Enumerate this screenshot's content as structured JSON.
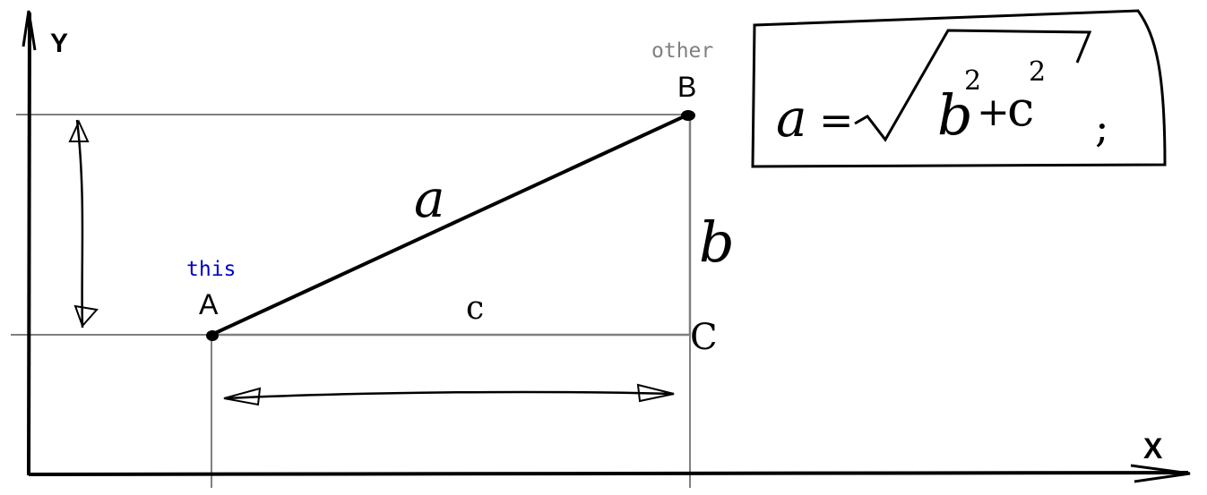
{
  "axes": {
    "y_label": "Y",
    "x_label": "X"
  },
  "points": {
    "A": {
      "label": "A",
      "tag": "this",
      "tag_color": "#0000cc"
    },
    "B": {
      "label": "B",
      "tag": "other",
      "tag_color": "#808080"
    },
    "C": {
      "label": "C"
    }
  },
  "sides": {
    "hypotenuse": "a",
    "vertical": "b",
    "horizontal": "c"
  },
  "formula": {
    "lhs": "a",
    "eq": "=",
    "radicand_1": "b",
    "plus": "+",
    "radicand_2": "c",
    "exp_1": "2",
    "exp_2": "2",
    "terminator": ";"
  },
  "colors": {
    "ink": "#000000",
    "gray": "#808080",
    "blue": "#0000cc"
  }
}
